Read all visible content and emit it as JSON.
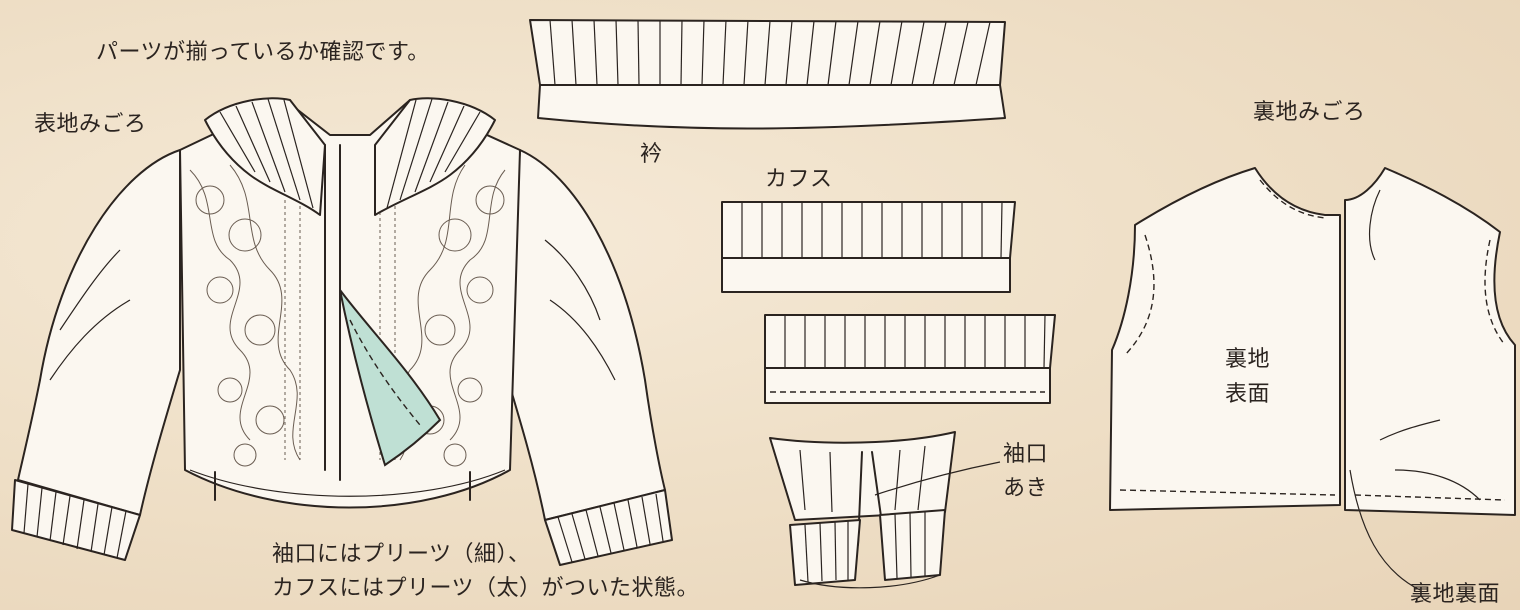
{
  "labels": {
    "intro": "パーツが揃っているか確認です。",
    "outer_body": "表地みごろ",
    "collar": "衿",
    "cuffs": "カフス",
    "lining_body": "裏地みごろ",
    "lining_face_line1": "裏地",
    "lining_face_line2": "表面",
    "sleeve_opening_line1": "袖口",
    "sleeve_opening_line2": "あき",
    "note_line1": "袖口にはプリーツ（細）、",
    "note_line2": "カフスにはプリーツ（太）がついた状態。",
    "lining_back": "裏地裏面"
  },
  "colors": {
    "background": "#efe0c8",
    "ink": "#2b2420",
    "fabric": "#fbf7f0",
    "lining_accent": "#bfe0d4"
  }
}
